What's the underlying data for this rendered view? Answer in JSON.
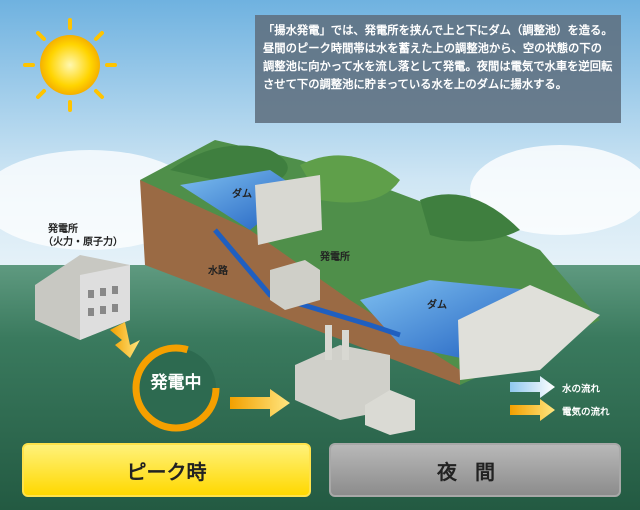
{
  "description": "「揚水発電」では、発電所を挟んで上と下にダム（調整池）を造る。昼間のピーク時間帯は水を蓄えた上の調整池から、空の状態の下の調整池に向かって水を流し落として発電。夜間は電気で水車を逆回転させて下の調整池に貯まっている水を上のダムに揚水する。",
  "labels": {
    "thermal_plant_line1": "発電所",
    "thermal_plant_line2": "（火力・原子力）",
    "upper_dam": "ダム",
    "lower_dam": "ダム",
    "waterway": "水路",
    "power_station": "発電所",
    "generating": "発電中"
  },
  "legend": {
    "water_flow": "水の流れ",
    "electric_flow": "電気の流れ"
  },
  "buttons": {
    "peak": "ピーク時",
    "night": "夜間"
  },
  "colors": {
    "peak": "#ffd800",
    "night": "#9a9a9a",
    "electric": "#f5a000",
    "water": "#2a6fd0"
  }
}
